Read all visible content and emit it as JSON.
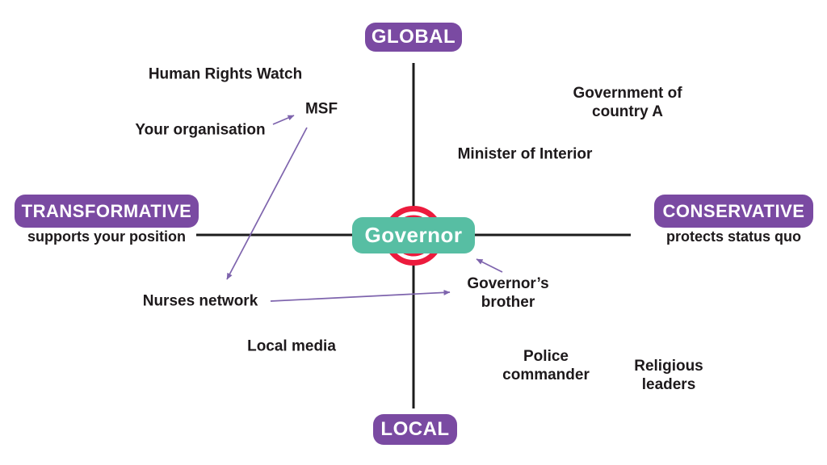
{
  "colors": {
    "badge_purple": "#7a4aa2",
    "teal": "#57bea3",
    "target_red": "#ec1b3d",
    "arrow_purple": "#7e64ad",
    "text_dark": "#1d191b",
    "axis_black": "#1c1c1c",
    "bg": "#ffffff"
  },
  "axes": {
    "top": {
      "label": "GLOBAL"
    },
    "bottom": {
      "label": "LOCAL"
    },
    "left": {
      "label": "TRANSFORMATIVE",
      "subtitle": "supports your position"
    },
    "right": {
      "label": "CONSERVATIVE",
      "subtitle": "protects status quo"
    }
  },
  "center": {
    "label": "Governor"
  },
  "stakeholders": [
    {
      "id": "human-rights-watch",
      "label": "Human Rights Watch",
      "quadrant": "global-transformative"
    },
    {
      "id": "msf",
      "label": "MSF",
      "quadrant": "global-transformative"
    },
    {
      "id": "your-organisation",
      "label": "Your organisation",
      "quadrant": "global-transformative"
    },
    {
      "id": "government-of-country-a",
      "label": "Government of\ncountry A",
      "quadrant": "global-conservative"
    },
    {
      "id": "minister-of-interior",
      "label": "Minister of Interior",
      "quadrant": "global-conservative"
    },
    {
      "id": "nurses-network",
      "label": "Nurses network",
      "quadrant": "local-transformative"
    },
    {
      "id": "local-media",
      "label": "Local media",
      "quadrant": "local-transformative"
    },
    {
      "id": "governors-brother",
      "label": "Governor’s\nbrother",
      "quadrant": "local-conservative"
    },
    {
      "id": "police-commander",
      "label": "Police\ncommander",
      "quadrant": "local-conservative"
    },
    {
      "id": "religious-leaders",
      "label": "Religious\nleaders",
      "quadrant": "local-conservative"
    }
  ],
  "arrows": [
    {
      "from": "Your organisation",
      "to": "MSF"
    },
    {
      "from": "MSF",
      "to": "Nurses network"
    },
    {
      "from": "Nurses network",
      "to": "Governor’s brother"
    },
    {
      "from": "Governor’s brother",
      "to": "Governor"
    }
  ]
}
